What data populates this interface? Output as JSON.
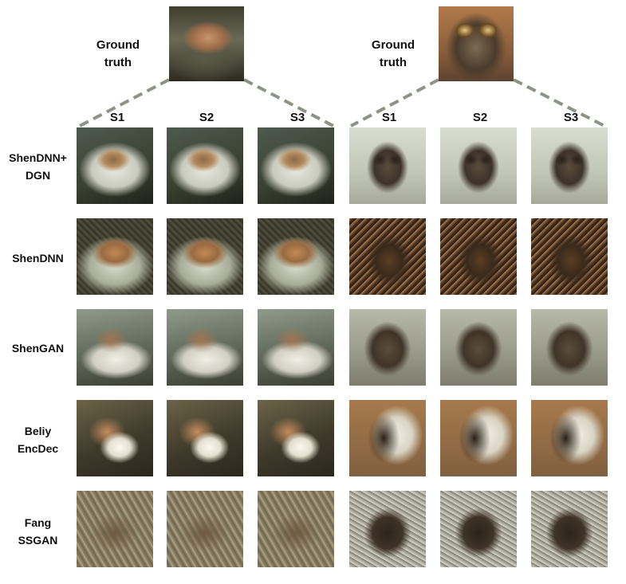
{
  "ground_truth_label": "Ground\ntruth",
  "columns": [
    "S1",
    "S2",
    "S3"
  ],
  "rows": [
    "ShenDNN+\nDGN",
    "ShenDNN",
    "ShenGAN",
    "Beliy\nEncDec",
    "Fang\nSSGAN"
  ],
  "colors": {
    "connector": "#8c9486",
    "text": "#111111"
  }
}
